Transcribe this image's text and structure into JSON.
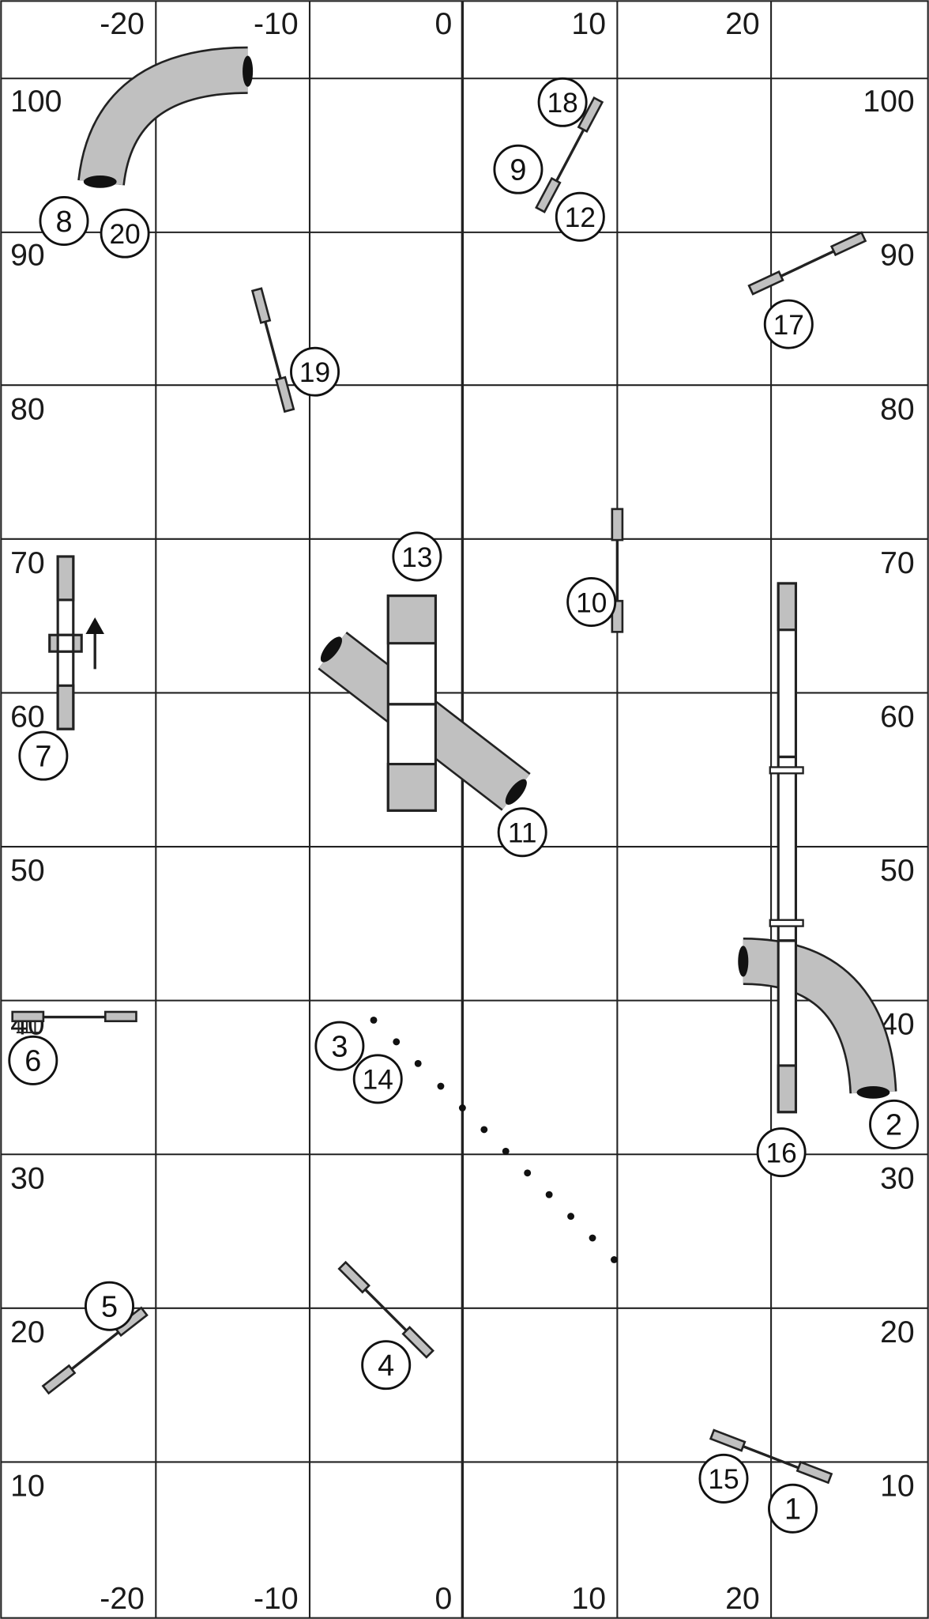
{
  "title": "",
  "top_labels": [
    "-20",
    "-10",
    "0",
    "10",
    "20"
  ],
  "bottom_labels": [
    "-20",
    "-10",
    "0",
    "10",
    "20"
  ],
  "left_labels": [
    "100",
    "90",
    "80",
    "70",
    "60",
    "50",
    "40",
    "30",
    "20",
    "10"
  ],
  "right_labels": [
    "100",
    "90",
    "80",
    "70",
    "60",
    "50",
    "40",
    "30",
    "20",
    "10"
  ],
  "obstacle_numbers": {
    "n1": "1",
    "n2": "2",
    "n3": "3",
    "n4": "4",
    "n5": "5",
    "n6": "6",
    "n7": "7",
    "n8": "8",
    "n9": "9",
    "n10": "10",
    "n11": "11",
    "n12": "12",
    "n13": "13",
    "n14": "14",
    "n15": "15",
    "n16": "16",
    "n17": "17",
    "n18": "18",
    "n19": "19",
    "n20": "20"
  },
  "colors": {
    "equipment_gray": "#c0c0c0",
    "line": "#222222",
    "background": "#ffffff"
  }
}
